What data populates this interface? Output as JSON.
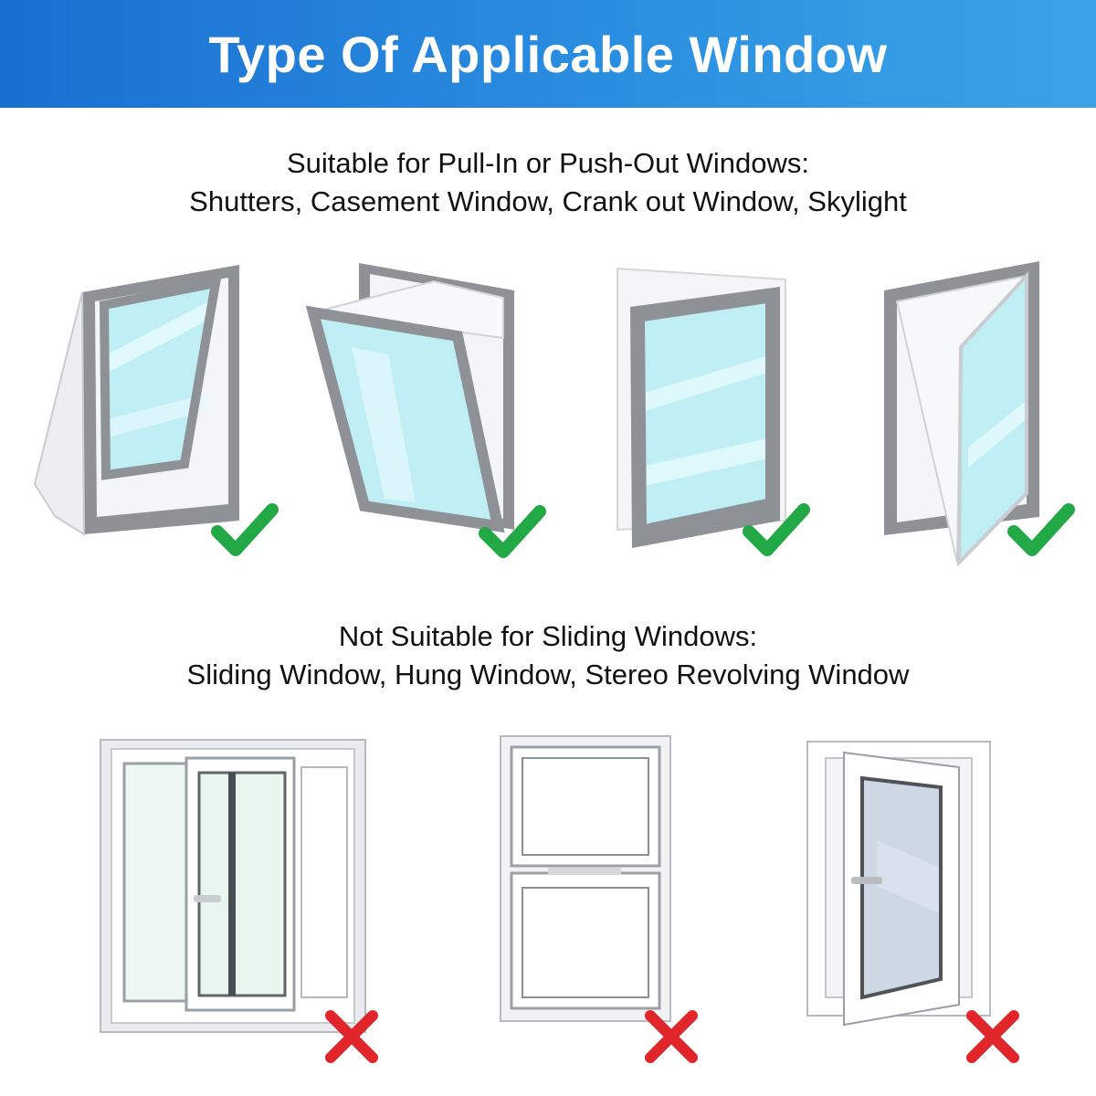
{
  "banner": {
    "title": "Type Of Applicable Window"
  },
  "suitable": {
    "line1": "Suitable for Pull-In or Push-Out Windows:",
    "line2": "Shutters, Casement Window, Crank out Window, Skylight",
    "items": [
      {
        "icon": "top-hung-window-icon",
        "status": "suitable",
        "mark": "check-icon"
      },
      {
        "icon": "awning-window-icon",
        "status": "suitable",
        "mark": "check-icon"
      },
      {
        "icon": "casement-window-icon",
        "status": "suitable",
        "mark": "check-icon"
      },
      {
        "icon": "side-hung-window-icon",
        "status": "suitable",
        "mark": "check-icon"
      }
    ]
  },
  "not_suitable": {
    "line1": "Not Suitable for Sliding Windows:",
    "line2": "Sliding Window, Hung Window, Stereo Revolving Window",
    "items": [
      {
        "icon": "sliding-window-icon",
        "status": "not-suitable",
        "mark": "cross-icon"
      },
      {
        "icon": "hung-window-icon",
        "status": "not-suitable",
        "mark": "cross-icon"
      },
      {
        "icon": "tilt-turn-window-icon",
        "status": "not-suitable",
        "mark": "cross-icon"
      }
    ]
  },
  "colors": {
    "banner_start": "#1a6fd0",
    "banner_end": "#3aa3e6",
    "frame_gray": "#8e9196",
    "glass": "#bfeff5",
    "check_green": "#22a845",
    "cross_red": "#e0262a"
  }
}
